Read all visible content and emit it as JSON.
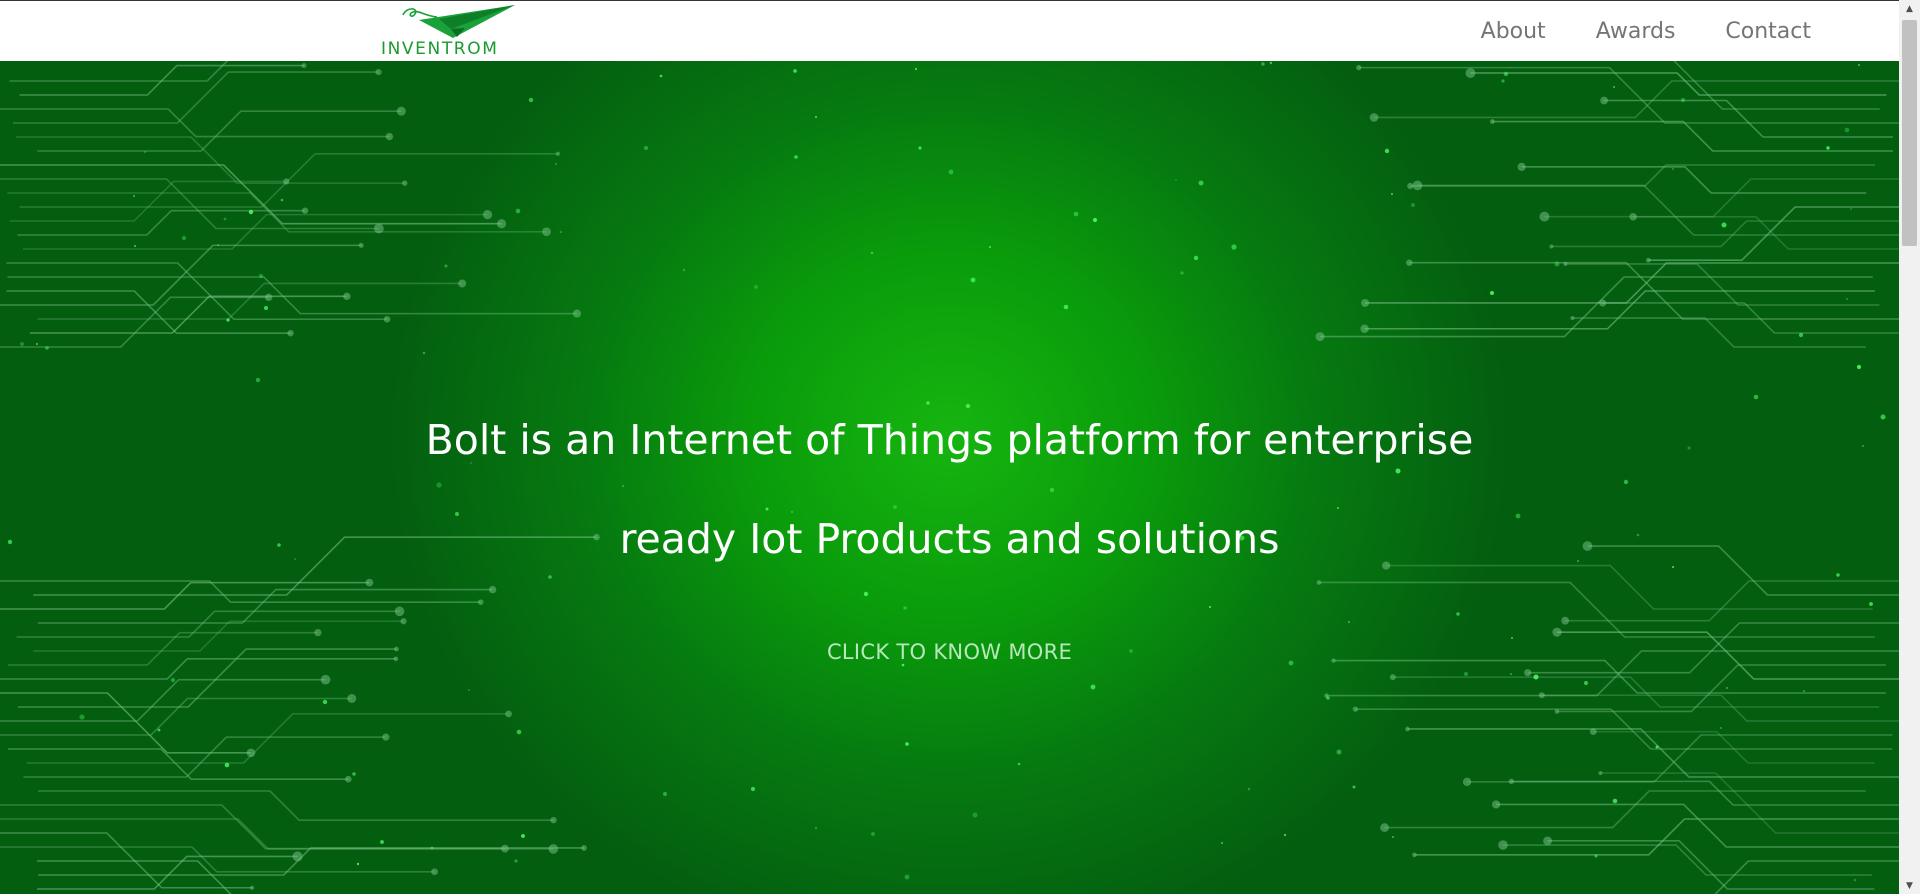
{
  "brand": {
    "name": "INVENTROM",
    "color": "#1a9a2e"
  },
  "nav": {
    "links": [
      {
        "label": "About"
      },
      {
        "label": "Awards"
      },
      {
        "label": "Contact"
      }
    ]
  },
  "hero": {
    "headline_line1": "Bolt is an Internet of Things platform for enterprise",
    "headline_line2": "ready Iot Products and solutions",
    "cta_label": "CLICK TO KNOW MORE",
    "colors": {
      "center": "#16b510",
      "edge": "#045e10",
      "circuit": "#7cc48a"
    }
  },
  "scrollbar": {
    "up_icon": "scroll-up-arrow",
    "down_icon": "scroll-down-arrow"
  }
}
